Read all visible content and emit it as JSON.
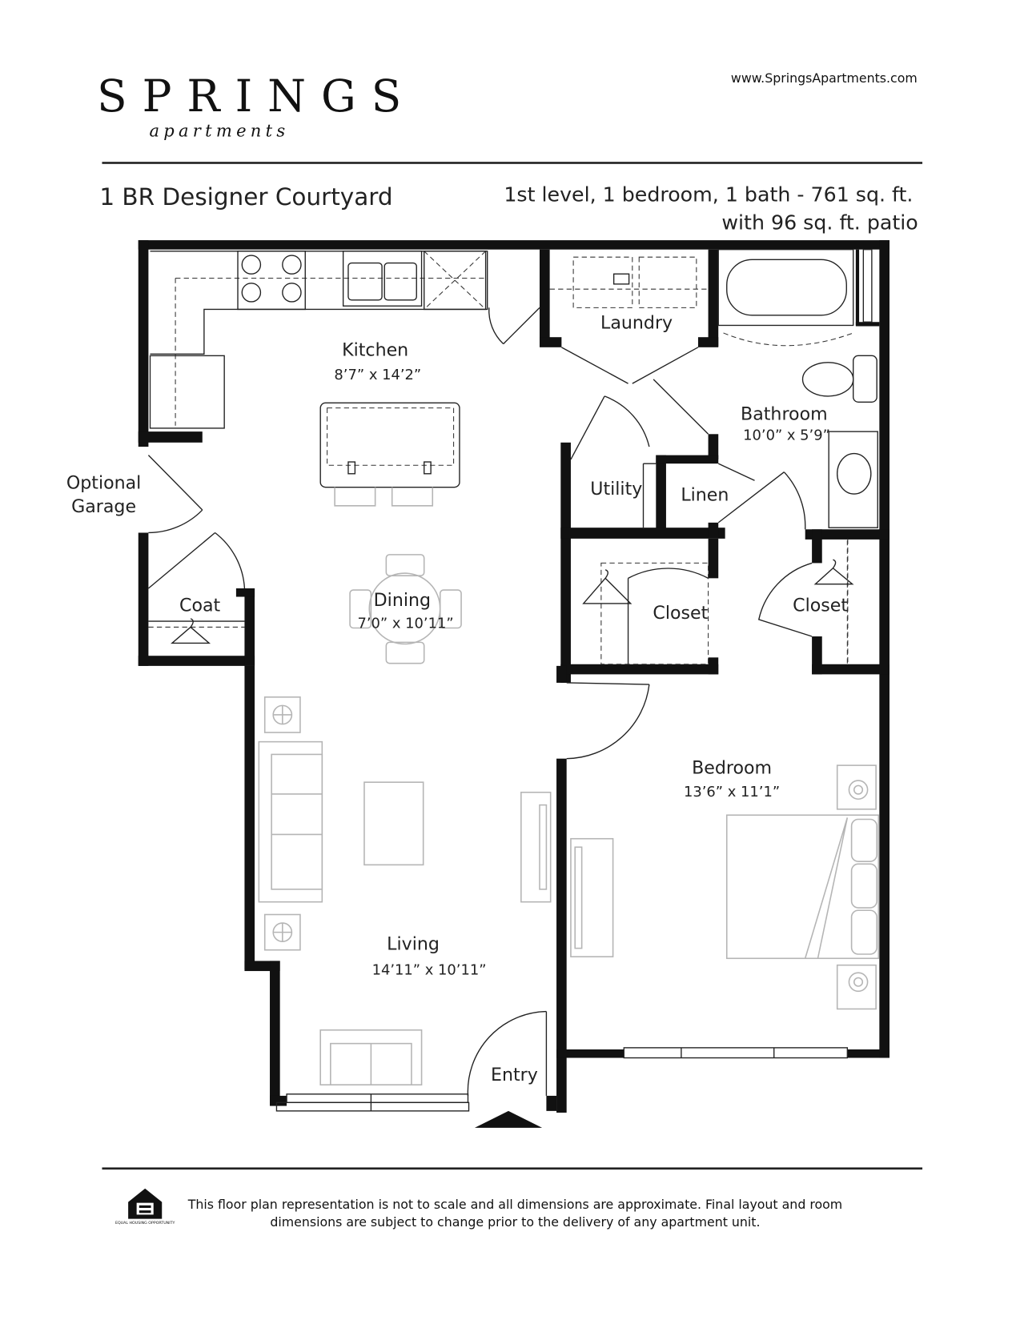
{
  "header": {
    "logo_main": "SPRINGS",
    "logo_sub": "apartments",
    "website": "www.SpringsApartments.com",
    "plan_name": "1 BR Designer Courtyard",
    "specs_line1": "1st level, 1 bedroom, 1 bath - 761 sq. ft.",
    "specs_line2": "with 96 sq. ft. patio"
  },
  "rooms": {
    "kitchen": {
      "name": "Kitchen",
      "dims": "8’7” x 14’2”"
    },
    "laundry": {
      "name": "Laundry"
    },
    "bathroom": {
      "name": "Bathroom",
      "dims": "10’0” x 5’9”"
    },
    "utility": {
      "name": "Utility"
    },
    "linen": {
      "name": "Linen"
    },
    "garage": {
      "name_line1": "Optional",
      "name_line2": "Garage"
    },
    "coat": {
      "name": "Coat"
    },
    "dining": {
      "name": "Dining",
      "dims": "7’0” x 10’11”"
    },
    "closet1": {
      "name": "Closet"
    },
    "closet2": {
      "name": "Closet"
    },
    "bedroom": {
      "name": "Bedroom",
      "dims": "13’6” x 11’1”"
    },
    "living": {
      "name": "Living",
      "dims": "14’11” x 10’11”"
    },
    "entry": {
      "name": "Entry"
    }
  },
  "footer": {
    "disclaimer_line1": "This floor plan representation is not to scale and all dimensions are approximate. Final layout and room",
    "disclaimer_line2": "dimensions are subject to change prior to the delivery of any apartment unit.",
    "eho_logo_text": "EQUAL HOUSING OPPORTUNITY"
  }
}
